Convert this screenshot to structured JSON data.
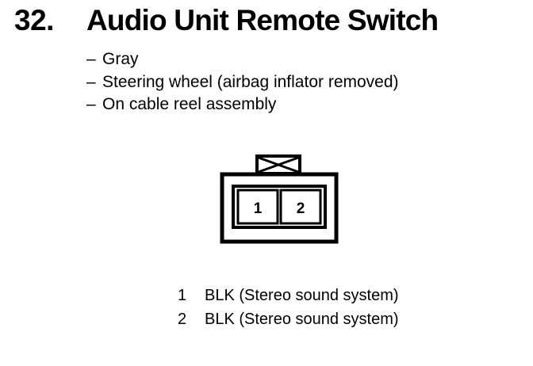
{
  "heading": {
    "number": "32.",
    "title": "Audio Unit Remote Switch"
  },
  "location_notes": [
    {
      "dash": "–",
      "text": "Gray"
    },
    {
      "dash": "–",
      "text": "Steering wheel (airbag inflator removed)"
    },
    {
      "dash": "–",
      "text": "On cable reel assembly"
    }
  ],
  "connector": {
    "cavities": [
      "1",
      "2"
    ]
  },
  "pinout": [
    {
      "pin": "1",
      "description": "BLK (Stereo sound system)"
    },
    {
      "pin": "2",
      "description": "BLK (Stereo sound system)"
    }
  ]
}
